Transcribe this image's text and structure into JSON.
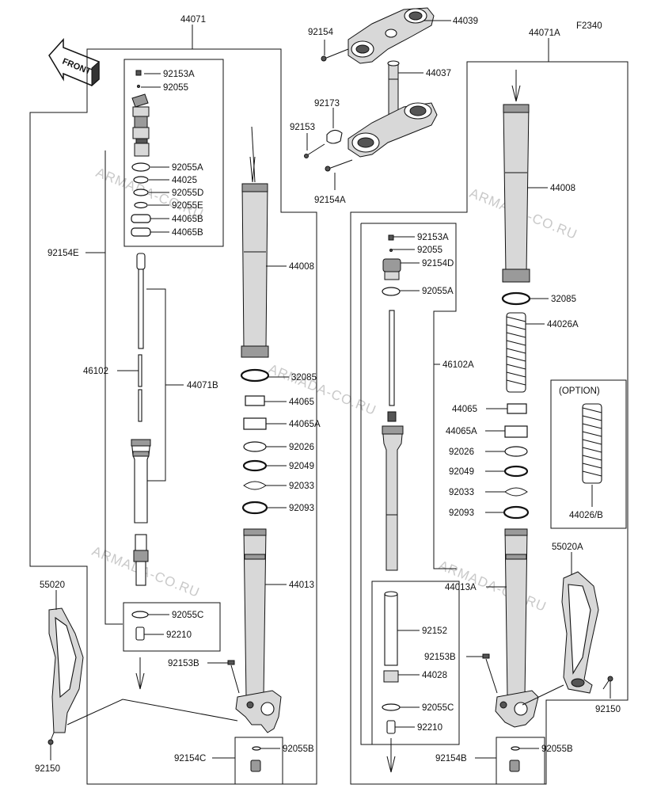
{
  "diagram": {
    "code": "F2340",
    "front_label": "FRONT",
    "option_label": "(OPTION)",
    "watermark": "ARMADA-CO.RU"
  },
  "labels": {
    "p44071": "44071",
    "p44071A": "44071A",
    "p44071B": "44071B",
    "p44039": "44039",
    "p44037": "44037",
    "p92154": "92154",
    "p92173": "92173",
    "p92153": "92153",
    "p92154A": "92154A",
    "p92153A_l": "92153A",
    "p92055_l": "92055",
    "p92055A_l": "92055A",
    "p44025": "44025",
    "p92055D": "92055D",
    "p92055E": "92055E",
    "p44065B_1": "44065B",
    "p44065B_2": "44065B",
    "p92154E": "92154E",
    "p46102": "46102",
    "p44008_l": "44008",
    "p32085_l": "32085",
    "p44065_l": "44065",
    "p44065A_l": "44065A",
    "p92026_l": "92026",
    "p92049_l": "92049",
    "p92033_l": "92033",
    "p92093_l": "92093",
    "p44013": "44013",
    "p92055C_l": "92055C",
    "p92210_l": "92210",
    "p92153B_l": "92153B",
    "p92154C": "92154C",
    "p92055B_l": "92055B",
    "p55020": "55020",
    "p92150_l": "92150",
    "p92153A_r": "92153A",
    "p92055_r": "92055",
    "p92154D": "92154D",
    "p92055A_r": "92055A",
    "p46102A": "46102A",
    "p92152": "92152",
    "p44028": "44028",
    "p92055C_r": "92055C",
    "p92210_r": "92210",
    "p92154B": "92154B",
    "p92055B_r": "92055B",
    "p44008_r": "44008",
    "p32085_r": "32085",
    "p44026A": "44026A",
    "p44065_r": "44065",
    "p44065A_r": "44065A",
    "p92026_r": "92026",
    "p92049_r": "92049",
    "p92033_r": "92033",
    "p92093_r": "92093",
    "p44013A": "44013A",
    "p92153B_r": "92153B",
    "p44026B": "44026/B",
    "p55020A": "55020A",
    "p92150_r": "92150"
  }
}
